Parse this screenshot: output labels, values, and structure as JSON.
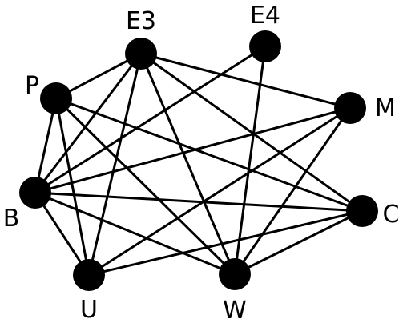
{
  "graph": {
    "nodes": [
      {
        "id": "E3",
        "label": "E3"
      },
      {
        "id": "E4",
        "label": "E4"
      },
      {
        "id": "P",
        "label": "P"
      },
      {
        "id": "M",
        "label": "M"
      },
      {
        "id": "B",
        "label": "B"
      },
      {
        "id": "C",
        "label": "C"
      },
      {
        "id": "U",
        "label": "U"
      },
      {
        "id": "W",
        "label": "W"
      }
    ],
    "edges": [
      [
        "P",
        "E3"
      ],
      [
        "P",
        "B"
      ],
      [
        "P",
        "U"
      ],
      [
        "P",
        "W"
      ],
      [
        "P",
        "C"
      ],
      [
        "E3",
        "U"
      ],
      [
        "E3",
        "M"
      ],
      [
        "E3",
        "C"
      ],
      [
        "E3",
        "W"
      ],
      [
        "E3",
        "B"
      ],
      [
        "E4",
        "B"
      ],
      [
        "E4",
        "W"
      ],
      [
        "M",
        "B"
      ],
      [
        "M",
        "U"
      ],
      [
        "M",
        "W"
      ],
      [
        "B",
        "U"
      ],
      [
        "B",
        "C"
      ],
      [
        "B",
        "W"
      ],
      [
        "C",
        "U"
      ],
      [
        "C",
        "W"
      ]
    ],
    "colors": {
      "node": "#000000",
      "edge": "#000000",
      "background": "#ffffff"
    }
  }
}
